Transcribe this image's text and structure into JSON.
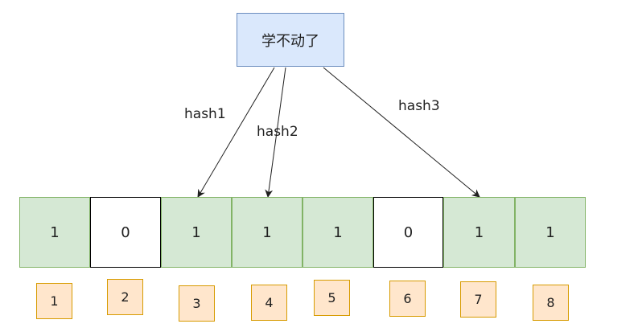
{
  "key": {
    "text": "学不动了"
  },
  "edges": [
    {
      "label": "hash1",
      "target_cell": 3
    },
    {
      "label": "hash2",
      "target_cell": 4
    },
    {
      "label": "hash3",
      "target_cell": 7
    }
  ],
  "bits": [
    {
      "value": "1"
    },
    {
      "value": "0"
    },
    {
      "value": "1"
    },
    {
      "value": "1"
    },
    {
      "value": "1"
    },
    {
      "value": "0"
    },
    {
      "value": "1"
    },
    {
      "value": "1"
    }
  ],
  "indices": [
    {
      "value": "1"
    },
    {
      "value": "2"
    },
    {
      "value": "3"
    },
    {
      "value": "4"
    },
    {
      "value": "5"
    },
    {
      "value": "6"
    },
    {
      "value": "7"
    },
    {
      "value": "8"
    }
  ],
  "colors": {
    "key_fill": "#dae8fc",
    "key_stroke": "#6c8ebf",
    "set_fill": "#d5e8d4",
    "set_stroke": "#82b366",
    "unset_fill": "#ffffff",
    "unset_stroke": "#000000",
    "index_fill": "#ffe6cc",
    "index_stroke": "#d79b00",
    "arrow": "#1f1f1f"
  }
}
